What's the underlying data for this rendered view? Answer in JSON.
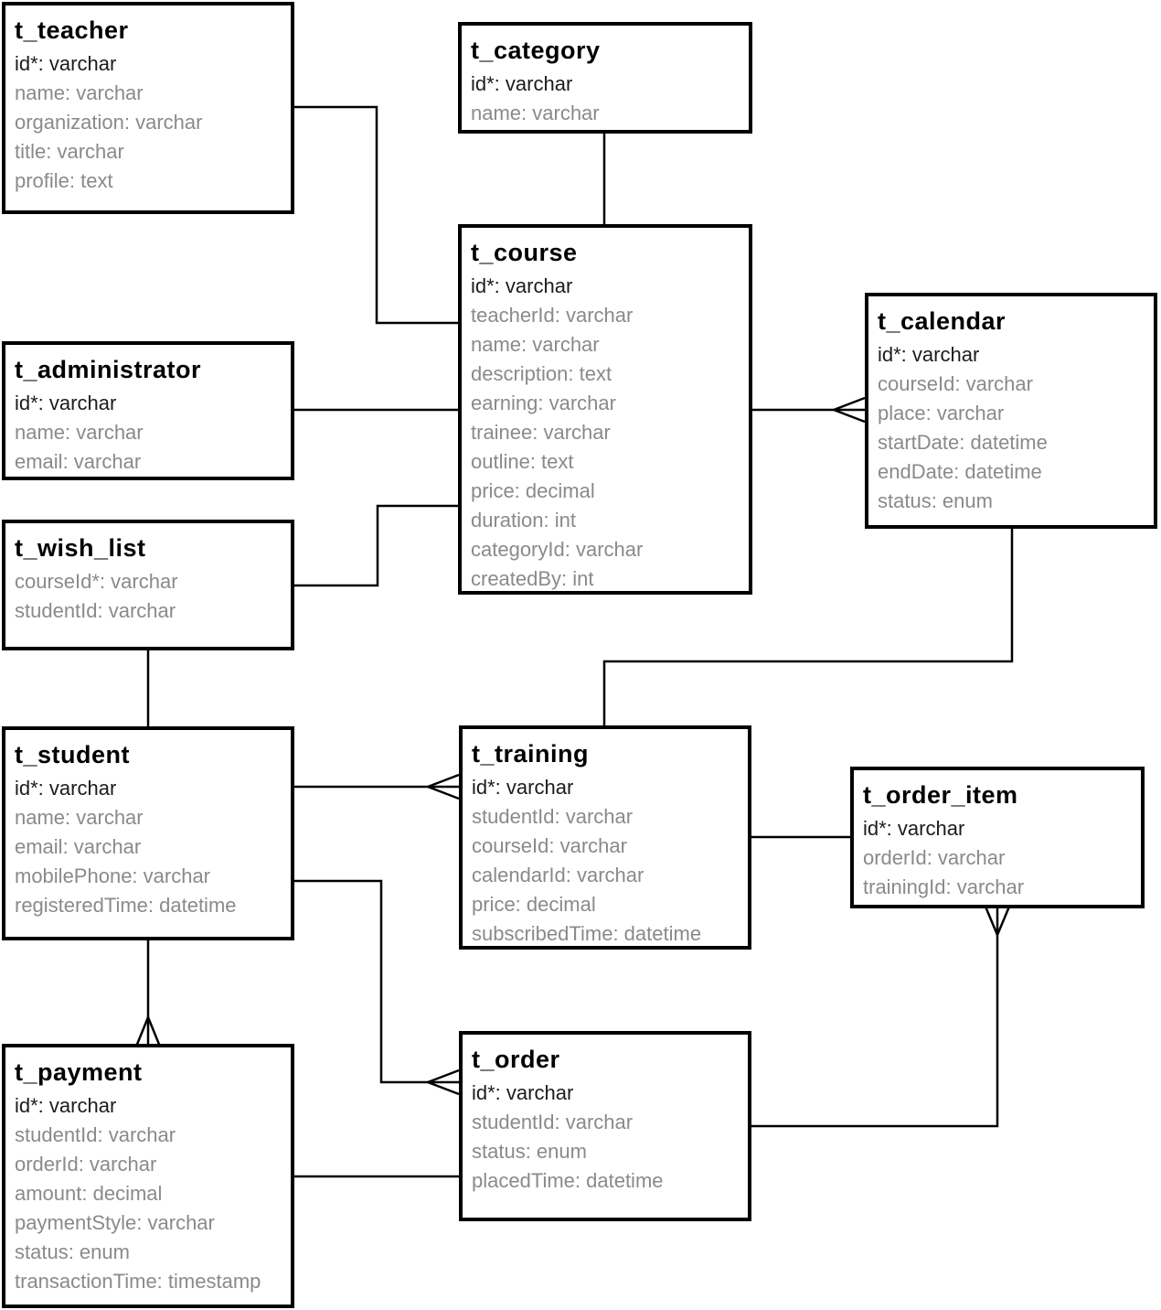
{
  "diagram": {
    "type": "entity-relationship",
    "colors": {
      "background": "#ffffff",
      "box_border": "#000000",
      "title_text": "#000000",
      "key_field_text": "#1c1c1c",
      "field_text": "#8a8a8a",
      "connector": "#000000"
    }
  },
  "entities": [
    {
      "id": "teacher",
      "title": "t_teacher",
      "fields": [
        {
          "text": "id*: varchar",
          "strong": true
        },
        {
          "text": "name: varchar"
        },
        {
          "text": "organization: varchar"
        },
        {
          "text": "title: varchar"
        },
        {
          "text": "profile: text"
        }
      ]
    },
    {
      "id": "category",
      "title": "t_category",
      "fields": [
        {
          "text": "id*: varchar",
          "strong": true
        },
        {
          "text": "name: varchar"
        }
      ]
    },
    {
      "id": "course",
      "title": "t_course",
      "fields": [
        {
          "text": "id*: varchar",
          "strong": true
        },
        {
          "text": "teacherId: varchar"
        },
        {
          "text": "name: varchar"
        },
        {
          "text": "description: text"
        },
        {
          "text": "earning: varchar"
        },
        {
          "text": "trainee: varchar"
        },
        {
          "text": "outline: text"
        },
        {
          "text": "price: decimal"
        },
        {
          "text": "duration: int"
        },
        {
          "text": "categoryId: varchar"
        },
        {
          "text": "createdBy: int"
        }
      ]
    },
    {
      "id": "administrator",
      "title": "t_administrator",
      "fields": [
        {
          "text": "id*: varchar",
          "strong": true
        },
        {
          "text": "name: varchar"
        },
        {
          "text": "email: varchar"
        }
      ]
    },
    {
      "id": "calendar",
      "title": "t_calendar",
      "fields": [
        {
          "text": "id*: varchar",
          "strong": true
        },
        {
          "text": "courseId: varchar"
        },
        {
          "text": "place: varchar"
        },
        {
          "text": "startDate: datetime"
        },
        {
          "text": "endDate: datetime"
        },
        {
          "text": "status: enum"
        }
      ]
    },
    {
      "id": "wish_list",
      "title": "t_wish_list",
      "fields": [
        {
          "text": "courseId*: varchar"
        },
        {
          "text": "studentId: varchar"
        }
      ]
    },
    {
      "id": "student",
      "title": "t_student",
      "fields": [
        {
          "text": "id*: varchar",
          "strong": true
        },
        {
          "text": "name: varchar"
        },
        {
          "text": "email: varchar"
        },
        {
          "text": "mobilePhone: varchar"
        },
        {
          "text": "registeredTime: datetime"
        }
      ]
    },
    {
      "id": "training",
      "title": "t_training",
      "fields": [
        {
          "text": "id*: varchar",
          "strong": true
        },
        {
          "text": "studentId: varchar"
        },
        {
          "text": "courseId: varchar"
        },
        {
          "text": "calendarId: varchar"
        },
        {
          "text": "price: decimal"
        },
        {
          "text": "subscribedTime: datetime"
        }
      ]
    },
    {
      "id": "order_item",
      "title": "t_order_item",
      "fields": [
        {
          "text": "id*: varchar",
          "strong": true
        },
        {
          "text": "orderId: varchar"
        },
        {
          "text": "trainingId: varchar"
        }
      ]
    },
    {
      "id": "payment",
      "title": "t_payment",
      "fields": [
        {
          "text": "id*: varchar",
          "strong": true
        },
        {
          "text": "studentId: varchar"
        },
        {
          "text": "orderId: varchar"
        },
        {
          "text": "amount: decimal"
        },
        {
          "text": "paymentStyle: varchar"
        },
        {
          "text": "status: enum"
        },
        {
          "text": "transactionTime: timestamp"
        }
      ]
    },
    {
      "id": "order",
      "title": "t_order",
      "fields": [
        {
          "text": "id*: varchar",
          "strong": true
        },
        {
          "text": "studentId: varchar"
        },
        {
          "text": "status: enum"
        },
        {
          "text": "placedTime: datetime"
        }
      ]
    }
  ],
  "relationships": [
    {
      "from": "t_category",
      "to": "t_course",
      "marker": "none"
    },
    {
      "from": "t_teacher",
      "to": "t_course",
      "marker": "none"
    },
    {
      "from": "t_administrator",
      "to": "t_course",
      "marker": "none"
    },
    {
      "from": "t_wish_list",
      "to": "t_course",
      "marker": "none"
    },
    {
      "from": "t_course",
      "to": "t_calendar",
      "marker": "crow-foot-at-calendar"
    },
    {
      "from": "t_calendar",
      "to": "t_training",
      "marker": "none"
    },
    {
      "from": "t_wish_list",
      "to": "t_student",
      "marker": "none"
    },
    {
      "from": "t_student",
      "to": "t_training",
      "marker": "crow-foot-at-training"
    },
    {
      "from": "t_student",
      "to": "t_order",
      "marker": "crow-foot-at-order"
    },
    {
      "from": "t_student",
      "to": "t_payment",
      "marker": "crow-foot-at-payment"
    },
    {
      "from": "t_payment",
      "to": "t_order",
      "marker": "none"
    },
    {
      "from": "t_training",
      "to": "t_order_item",
      "marker": "none"
    },
    {
      "from": "t_order",
      "to": "t_order_item",
      "marker": "crow-foot-at-order-item"
    }
  ]
}
